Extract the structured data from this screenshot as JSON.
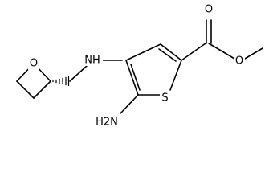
{
  "molecule": {
    "atoms": {
      "oxetane_oxygen": "O",
      "amine_nh": "NH",
      "amino_group": "H2N",
      "ring_sulfur": "S",
      "carbonyl_oxygen": "O",
      "ester_oxygen": "O"
    }
  }
}
